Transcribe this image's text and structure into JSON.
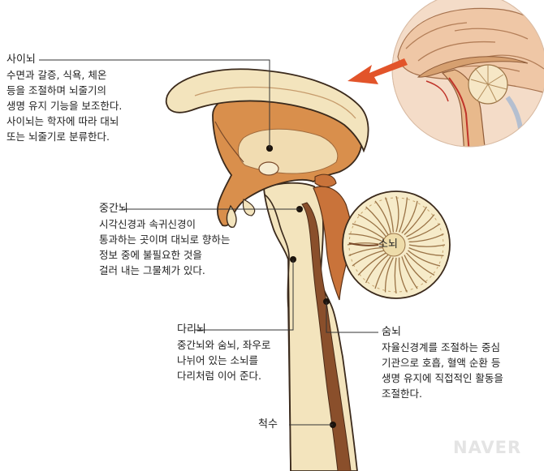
{
  "labels": {
    "diencephalon": {
      "title": "사이뇌",
      "desc": [
        "수면과 갈증, 식욕, 체온",
        "등을 조절하며 뇌줄기의",
        "생명 유지 기능을 보조한다.",
        "사이뇌는 학자에 따라 대뇌",
        "또는 뇌줄기로 분류한다."
      ]
    },
    "midbrain": {
      "title": "중간뇌",
      "desc": [
        "시각신경과 속귀신경이",
        "통과하는 곳이며 대뇌로 향하는",
        "정보 중에 불필요한 것을",
        "걸러 내는 그물체가 있다."
      ]
    },
    "pons": {
      "title": "다리뇌",
      "desc": [
        "중간뇌와 숨뇌, 좌우로",
        "나뉘어 있는 소뇌를",
        "다리처럼 이어 준다."
      ]
    },
    "medulla": {
      "title": "숨뇌",
      "desc": [
        "자율신경계를 조절하는 중심",
        "기관으로 호흡, 혈액 순환 등",
        "생명 유지에 직접적인 활동을",
        "조절한다."
      ]
    },
    "cerebellum": {
      "title": "소뇌"
    },
    "spinal_cord": {
      "title": "척수"
    }
  },
  "watermark": "NAVER",
  "colors": {
    "tissue": "#f3e4bd",
    "orange": "#d98f4c",
    "dark_orange": "#b86a2f",
    "brown": "#7a4a2a",
    "outline": "#3b2a1c",
    "arrow": "#e2542a",
    "inset_bg": "#f2d9c4"
  }
}
